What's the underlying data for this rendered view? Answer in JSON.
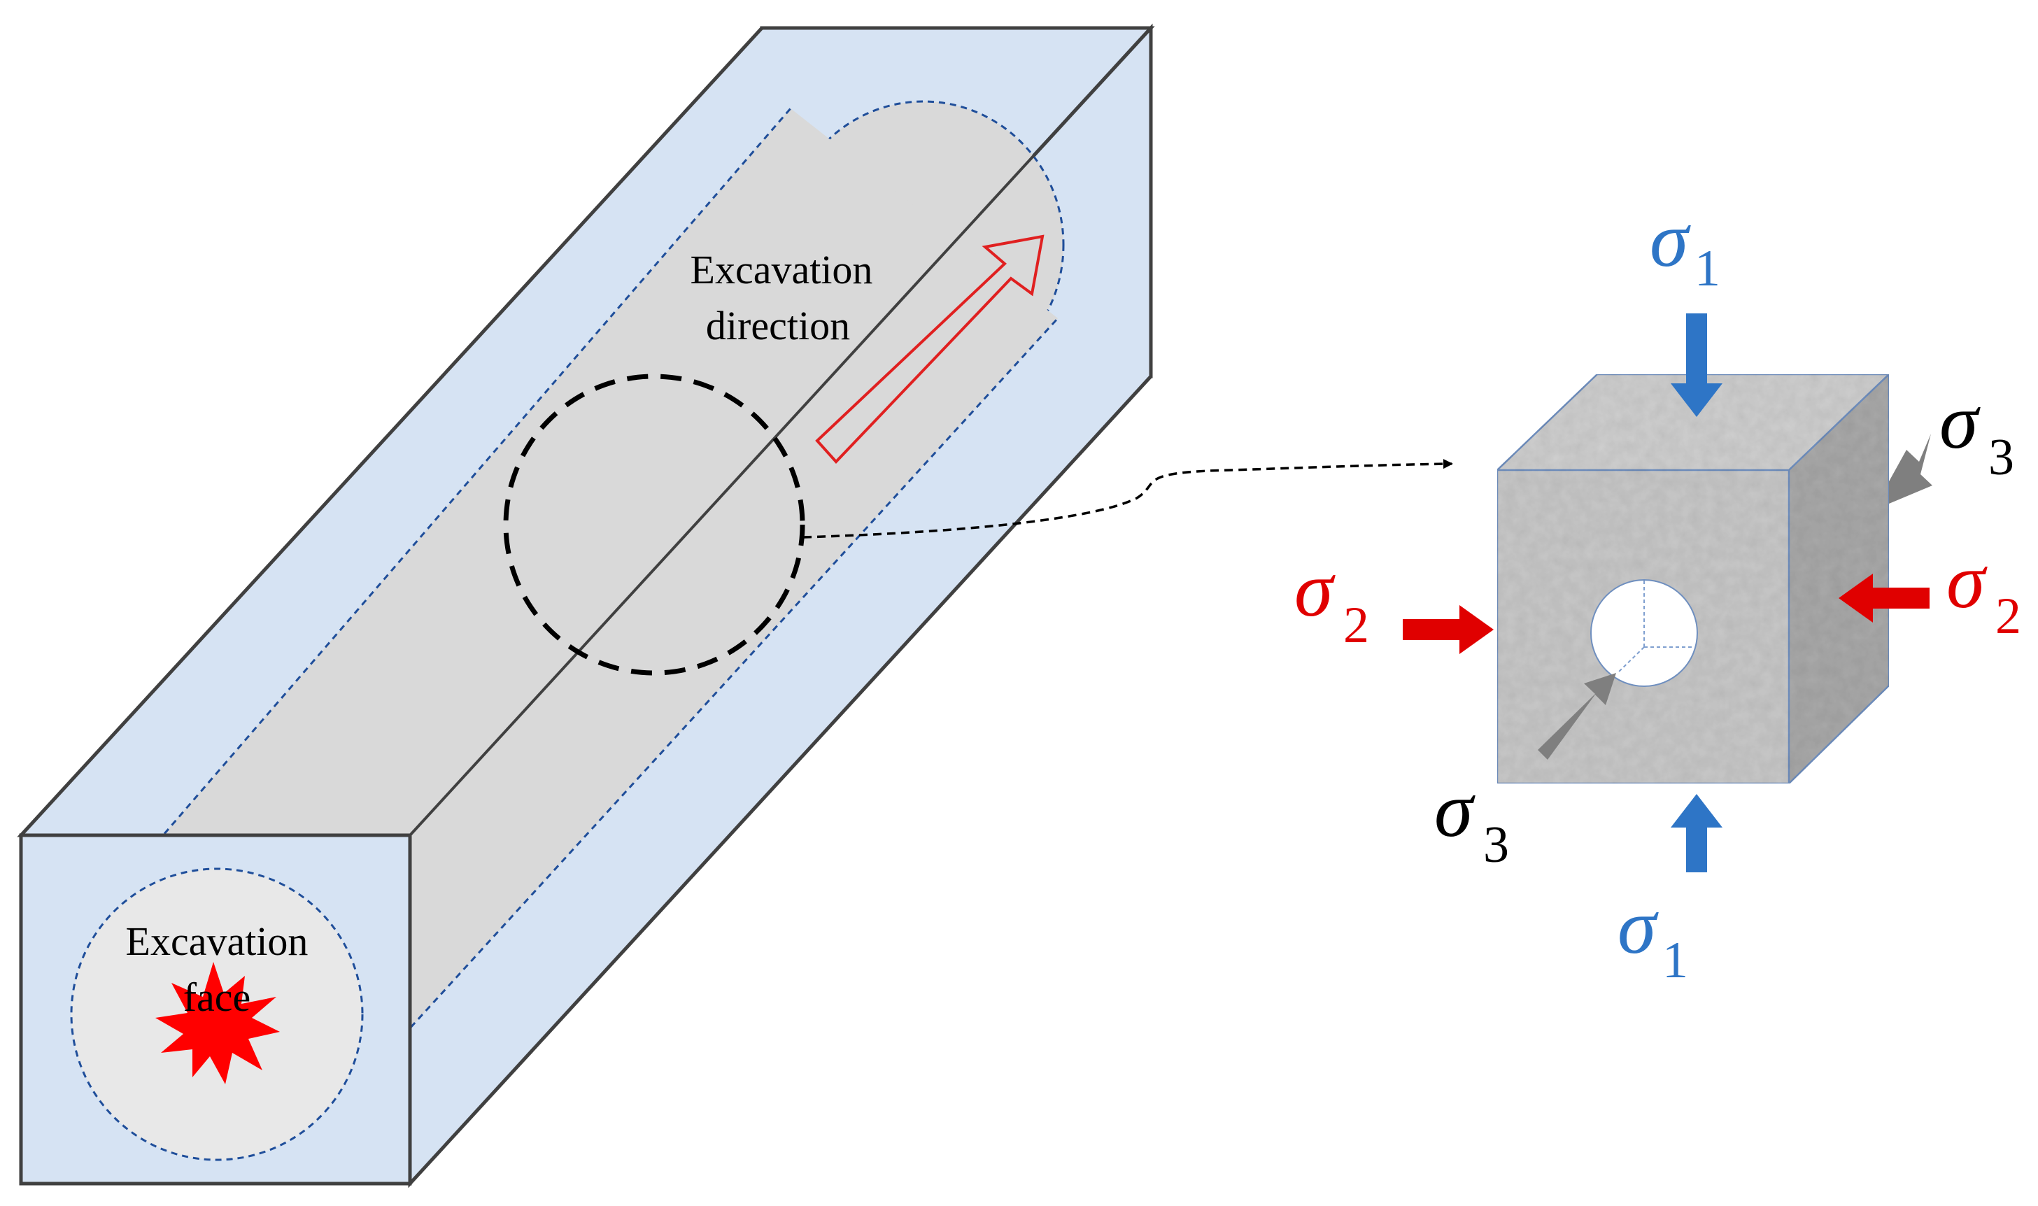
{
  "labels": {
    "excavation_direction_line1": "Excavation",
    "excavation_direction_line2": "direction",
    "excavation_face_line1": "Excavation",
    "excavation_face_line2": "face"
  },
  "stresses": {
    "s1_top": {
      "symbol": "σ",
      "sub": "1"
    },
    "s1_bottom": {
      "symbol": "σ",
      "sub": "1"
    },
    "s2_left": {
      "symbol": "σ",
      "sub": "2"
    },
    "s2_right": {
      "symbol": "σ",
      "sub": "2"
    },
    "s3_top_right": {
      "symbol": "σ",
      "sub": "3"
    },
    "s3_bottom_left": {
      "symbol": "σ",
      "sub": "3"
    }
  },
  "colors": {
    "sigma1": "#2e75c6",
    "sigma2": "#e00000",
    "sigma3": "#7f7f7f",
    "rock_mass": "#d6e3f3",
    "tunnel": "#d9d9d9",
    "outline": "#404040",
    "dashed_blue": "#1f4e9a",
    "direction_arrow": "#e02020",
    "blast": "#ff0000"
  },
  "icons": {
    "blast": "explosion-starburst-icon",
    "excavation_direction": "hollow-arrow-icon"
  }
}
